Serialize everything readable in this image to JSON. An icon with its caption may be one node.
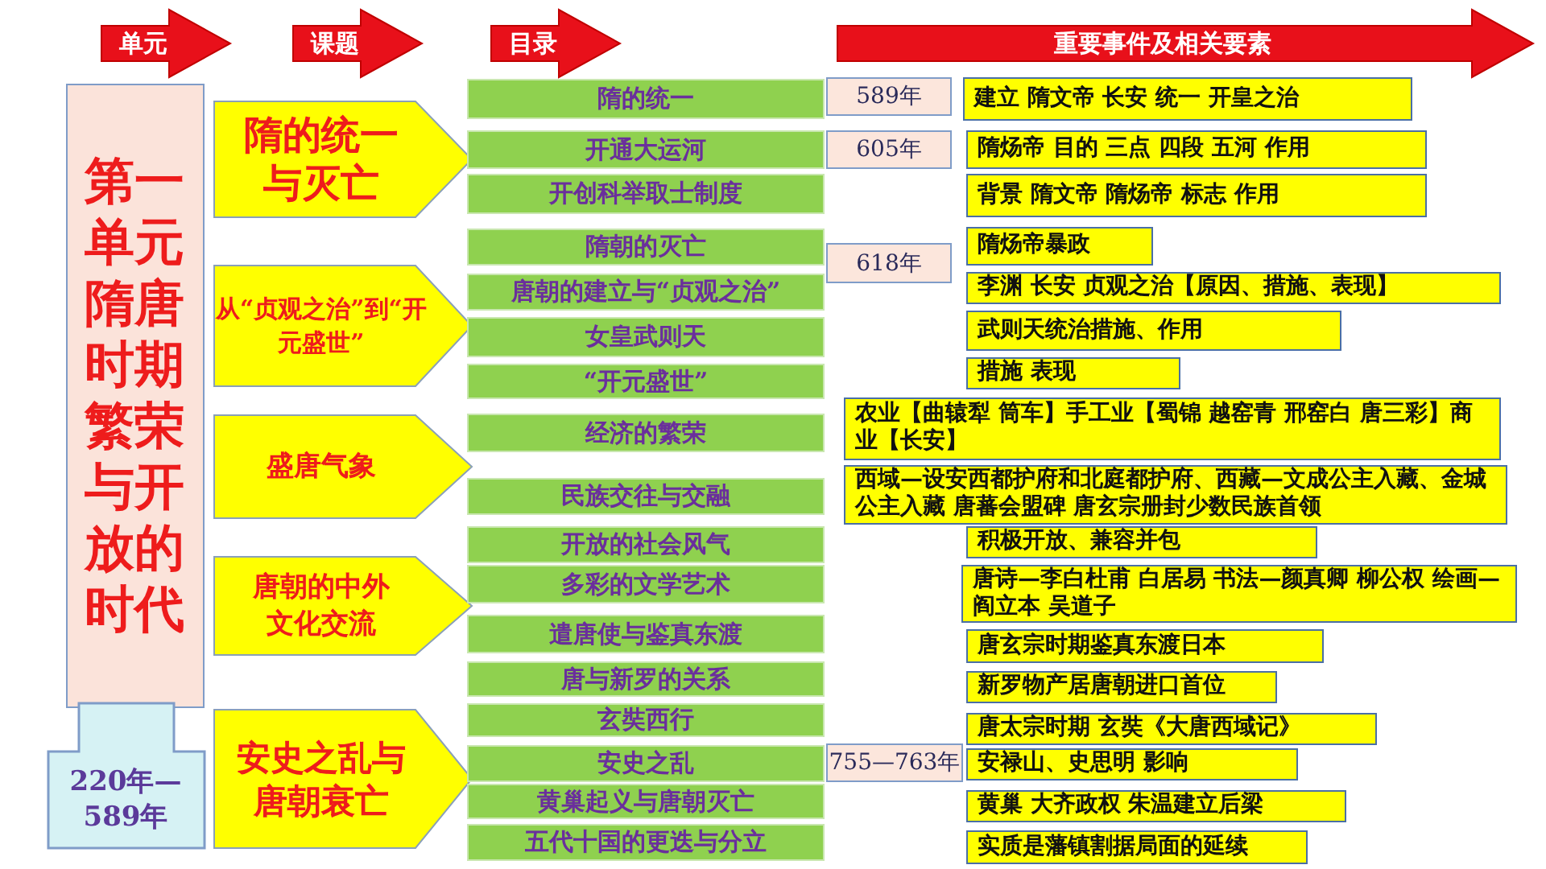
{
  "diagram": {
    "nodes": [
      {
        "text": [
          "单元"
        ]
      },
      {
        "text": [
          "课题"
        ]
      },
      {
        "text": [
          "目录"
        ]
      },
      {
        "text": [
          "重要事件及相关要素"
        ]
      },
      {
        "text": [
          "第一单元隋唐时期繁荣与开放的时代"
        ]
      },
      {
        "text": [
          "220年—589年"
        ]
      },
      {
        "text": [
          "隋的统一与灭亡"
        ]
      },
      {
        "text": [
          "从“贞观之治”到“开元盛世”"
        ]
      },
      {
        "text": [
          "盛唐气象"
        ]
      },
      {
        "text": [
          "唐朝的中外文化交流"
        ]
      },
      {
        "text": [
          "安史之乱与唐朝衰亡"
        ]
      },
      {
        "text": [
          "隋的统一"
        ]
      },
      {
        "text": [
          "开通大运河"
        ]
      },
      {
        "text": [
          "开创科举取士制度"
        ]
      },
      {
        "text": [
          "隋朝的灭亡"
        ]
      },
      {
        "text": [
          "唐朝的建立与“贞观之治”"
        ]
      },
      {
        "text": [
          "女皇武则天"
        ]
      },
      {
        "text": [
          "“开元盛世”"
        ]
      },
      {
        "text": [
          "经济的繁荣"
        ]
      },
      {
        "text": [
          "民族交往与交融"
        ]
      },
      {
        "text": [
          "开放的社会风气"
        ]
      },
      {
        "text": [
          "多彩的文学艺术"
        ]
      },
      {
        "text": [
          "遣唐使与鉴真东渡"
        ]
      },
      {
        "text": [
          "唐与新罗的关系"
        ]
      },
      {
        "text": [
          "玄奘西行"
        ]
      },
      {
        "text": [
          "安史之乱"
        ]
      },
      {
        "text": [
          "黄巢起义与唐朝灭亡"
        ]
      },
      {
        "text": [
          "五代十国的更迭与分立"
        ]
      },
      {
        "text": [
          "589年"
        ]
      },
      {
        "text": [
          "605年"
        ]
      },
      {
        "text": [
          "618年"
        ]
      },
      {
        "text": [
          "755—763年"
        ]
      },
      {
        "text": [
          "建立 隋文帝 长安  统一 开皇之治"
        ]
      },
      {
        "text": [
          "隋炀帝 目的 三点 四段 五河 作用"
        ]
      },
      {
        "text": [
          "背景 隋文帝 隋炀帝 标志 作用"
        ]
      },
      {
        "text": [
          "隋炀帝暴政"
        ]
      },
      {
        "text": [
          "李渊 长安 贞观之治【原因、措施、表现】"
        ]
      },
      {
        "text": [
          "武则天统治措施、作用"
        ]
      },
      {
        "text": [
          "措施 表现"
        ]
      },
      {
        "text": [
          "农业【曲辕犁 筒车】手工业【蜀锦 越窑青 邢窑白 唐三彩】商业【长安】"
        ]
      },
      {
        "text": [
          "西域—设安西都护府和北庭都护府、西藏—文成公主入藏、金城公主入藏 唐蕃会盟碑 唐玄宗册封少数民族首领"
        ]
      },
      {
        "text": [
          "积极开放、兼容并包"
        ]
      },
      {
        "text": [
          "唐诗—李白杜甫 白居易 书法—颜真卿 柳公权 绘画—阎立本 吴道子"
        ]
      },
      {
        "text": [
          "唐玄宗时期鉴真东渡日本"
        ]
      },
      {
        "text": [
          "新罗物产居唐朝进口首位"
        ]
      },
      {
        "text": [
          "唐太宗时期 玄奘《大唐西域记》"
        ]
      },
      {
        "text": [
          "安禄山、史思明 影响"
        ]
      },
      {
        "text": [
          "黄巢 大齐政权  朱温建立后梁"
        ]
      },
      {
        "text": [
          "实质是藩镇割据局面的延续"
        ]
      }
    ]
  }
}
